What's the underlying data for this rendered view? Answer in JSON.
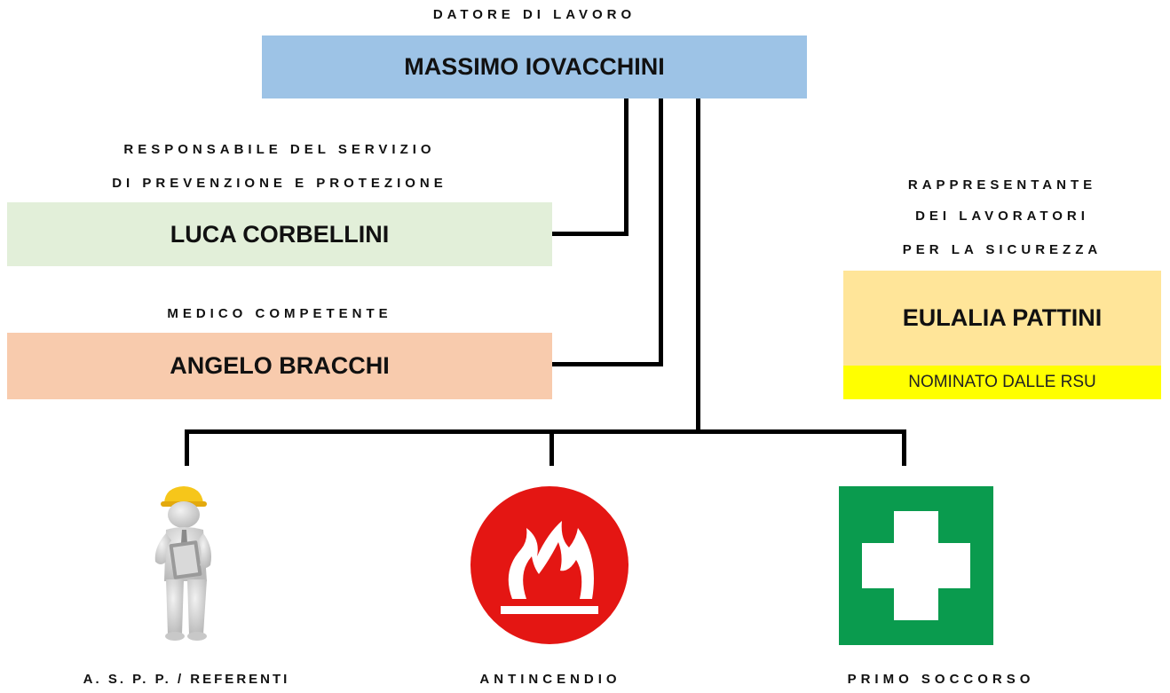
{
  "employer": {
    "role": "DATORE DI LAVORO",
    "name": "MASSIMO IOVACCHINI"
  },
  "rspp": {
    "role_line1": "RESPONSABILE DEL SERVIZIO",
    "role_line2": "DI PREVENZIONE E PROTEZIONE",
    "name": "LUCA CORBELLINI"
  },
  "doctor": {
    "role": "MEDICO COMPETENTE",
    "name": "ANGELO BRACCHI"
  },
  "rls": {
    "role_line1": "RAPPRESENTANTE",
    "role_line2": "DEI LAVORATORI",
    "role_line3": "PER LA SICUREZZA",
    "name": "EULALIA PATTINI",
    "note": "NOMINATO DALLE RSU"
  },
  "teams": [
    {
      "label": "A. S. P. P. / REFERENTI",
      "icon": "worker-helmet-icon"
    },
    {
      "label": "ANTINCENDIO",
      "icon": "fire-icon"
    },
    {
      "label": "PRIMO SOCCORSO",
      "icon": "first-aid-cross-icon"
    }
  ],
  "colors": {
    "employer_box": "#9dc3e6",
    "rspp_box": "#e2efd9",
    "doctor_box": "#f8cbad",
    "rls_box": "#ffe599",
    "rls_note": "#ffff00",
    "fire_red": "#e41613",
    "first_aid_green": "#0a9b4e",
    "helmet_yellow": "#f6c61a"
  }
}
